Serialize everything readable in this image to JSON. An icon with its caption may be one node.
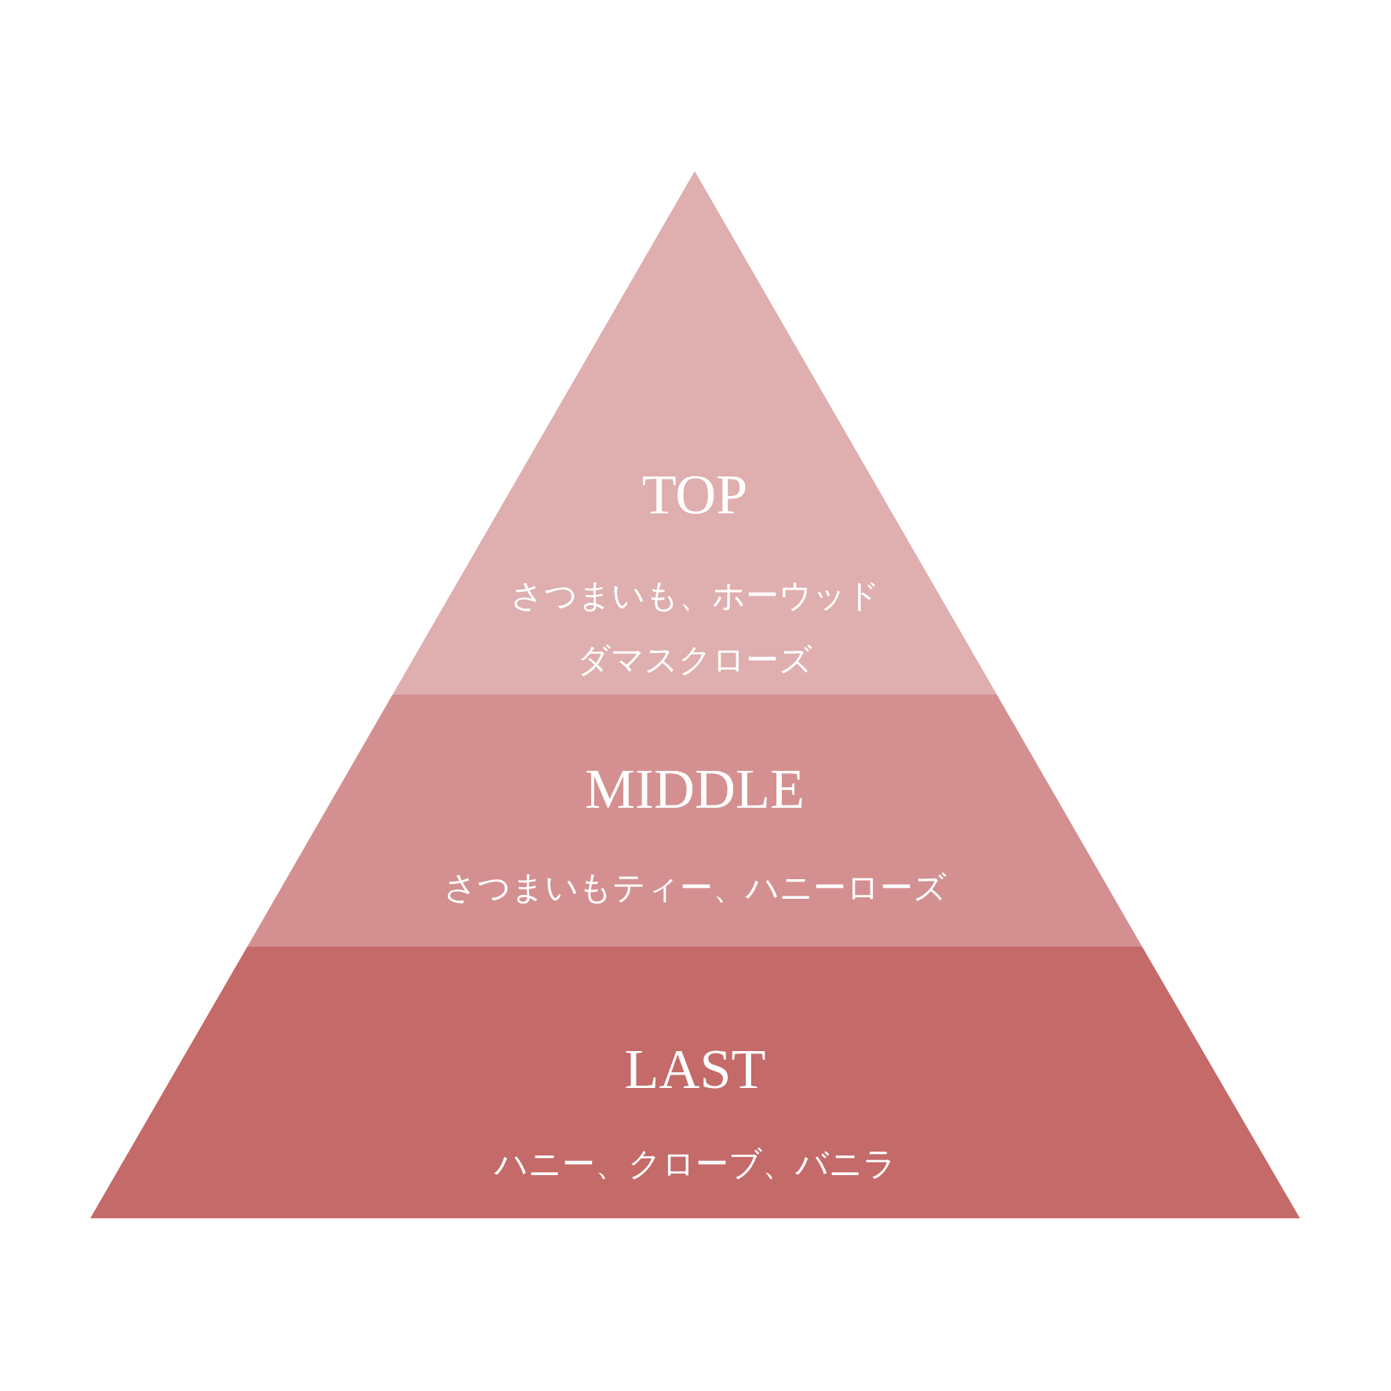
{
  "diagram": {
    "nodes": [
      {
        "text": [
          "TOP",
          "さつまいも、ホーウッドダマスクローズ"
        ]
      },
      {
        "text": [
          "MIDDLE",
          "さつまいもティー、ハニーローズ"
        ]
      },
      {
        "text": [
          "LAST",
          "ハニー、クローブ、バニラ"
        ]
      }
    ],
    "edges": []
  }
}
